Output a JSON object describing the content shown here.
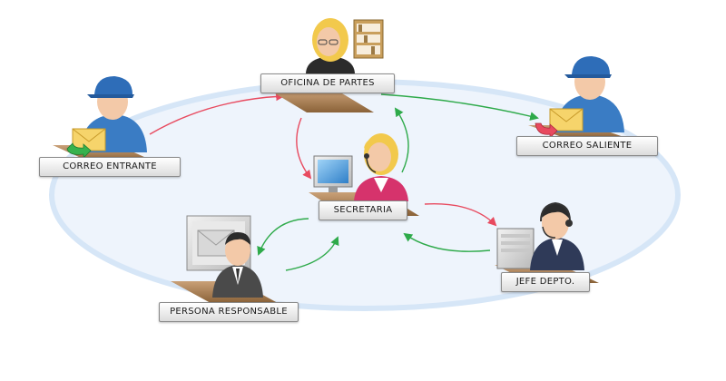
{
  "nodes": {
    "oficina": {
      "label": "OFICINA DE PARTES"
    },
    "entrante": {
      "label": "CORREO ENTRANTE"
    },
    "saliente": {
      "label": "CORREO SALIENTE"
    },
    "secretaria": {
      "label": "SECRETARIA"
    },
    "responsable": {
      "label": "PERSONA RESPONSABLE"
    },
    "jefe": {
      "label": "JEFE DEPTO."
    }
  },
  "colors": {
    "arrow_red": "#e84a5f",
    "arrow_green": "#2eaa4a",
    "ellipse_fill": "#eef4fc",
    "ellipse_stroke": "#cfe0f4",
    "cap_blue": "#2e6db8",
    "shirt_blue": "#3a7cc4",
    "skin": "#f3c9a8",
    "hair_blond": "#f2c94c",
    "desk": "#a67c52",
    "envelope": "#f6d46b"
  }
}
